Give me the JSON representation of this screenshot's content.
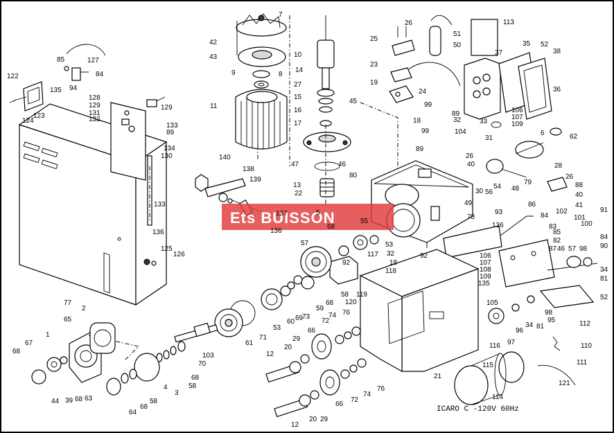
{
  "watermark": {
    "text": "Ets BUISSON",
    "color": "#e03a3a"
  },
  "caption": "ICARO C -120V 60Hz",
  "parts": {
    "p1": "1",
    "p2": "2",
    "p3": "3",
    "p4": "4",
    "p5": "5",
    "p6": "6",
    "p7": "7",
    "p8": "8",
    "p9": "9",
    "p10": "10",
    "p11": "11",
    "p12": "12",
    "p12b": "12",
    "p13": "13",
    "p14": "14",
    "p15": "15",
    "p16": "16",
    "p17": "17",
    "p18": "18",
    "p18b": "18",
    "p19": "19",
    "p20": "20",
    "p20b": "20",
    "p21": "21",
    "p22": "22",
    "p23": "23",
    "p24": "24",
    "p25": "25",
    "p26a": "26",
    "p26b": "26",
    "p26c": "26",
    "p27": "27",
    "p28": "28",
    "p29": "29",
    "p29b": "29",
    "p30": "30",
    "p31": "31",
    "p32": "32",
    "p32b": "32",
    "p33": "33",
    "p34": "34",
    "p34b": "34",
    "p35": "35",
    "p36": "36",
    "p37": "37",
    "p38": "38",
    "p39": "39",
    "p40": "40",
    "p40b": "40",
    "p41": "41",
    "p42": "42",
    "p43": "43",
    "p44": "44",
    "p45": "45",
    "p46": "46",
    "p46b": "46",
    "p47": "47",
    "p48": "48",
    "p49": "49",
    "p50": "50",
    "p51": "51",
    "p52": "52",
    "p52b": "52",
    "p53": "53",
    "p53b": "53",
    "p54": "54",
    "p55": "55",
    "p56": "56",
    "p57": "57",
    "p57b": "57",
    "p58": "58",
    "p58b": "58",
    "p58c": "58",
    "p59": "59",
    "p60": "60",
    "p61": "61",
    "p62": "62",
    "p63": "63",
    "p64": "64",
    "p65": "65",
    "p66": "66",
    "p66b": "66",
    "p67": "67",
    "p68a": "68",
    "p68b": "68",
    "p68c": "68",
    "p68d": "68",
    "p68e": "68",
    "p68f": "68",
    "p69": "69",
    "p70": "70",
    "p71": "71",
    "p72": "72",
    "p72b": "72",
    "p73": "73",
    "p74": "74",
    "p74b": "74",
    "p76": "76",
    "p76b": "76",
    "p77": "77",
    "p78": "78",
    "p79": "79",
    "p80": "80",
    "p81": "81",
    "p81b": "81",
    "p82": "82",
    "p83": "83",
    "p84": "84",
    "p84b": "84",
    "p84c": "84",
    "p85": "85",
    "p85b": "85",
    "p86": "86",
    "p87": "87",
    "p88": "88",
    "p89a": "89",
    "p89b": "89",
    "p89c": "89",
    "p90": "90",
    "p91": "91",
    "p92": "92",
    "p92b": "92",
    "p93": "93",
    "p94": "94",
    "p95": "95",
    "p96": "96",
    "p97": "97",
    "p98": "98",
    "p98b": "98",
    "p99": "99",
    "p99b": "99",
    "p100": "100",
    "p101": "101",
    "p102": "102",
    "p103": "103",
    "p104": "104",
    "p105": "105",
    "p106": "106",
    "p106b": "106",
    "p107": "107",
    "p107b": "107",
    "p108": "108",
    "p109": "109",
    "p109b": "109",
    "p110": "110",
    "p111": "111",
    "p112": "112",
    "p113": "113",
    "p114": "114",
    "p115": "115",
    "p116": "116",
    "p117": "117",
    "p118": "118",
    "p119": "119",
    "p120": "120",
    "p121": "121",
    "p122": "122",
    "p123": "123",
    "p124": "124",
    "p125": "125",
    "p126": "126",
    "p127": "127",
    "p128": "128",
    "p129": "129",
    "p129b": "129",
    "p130": "130",
    "p131": "131",
    "p132": "132",
    "p133": "133",
    "p133b": "133",
    "p134": "134",
    "p135": "135",
    "p135b": "135",
    "p136": "136",
    "p136b": "136",
    "p136c": "136",
    "p137": "137",
    "p138": "138",
    "p139": "139",
    "p140": "140"
  }
}
